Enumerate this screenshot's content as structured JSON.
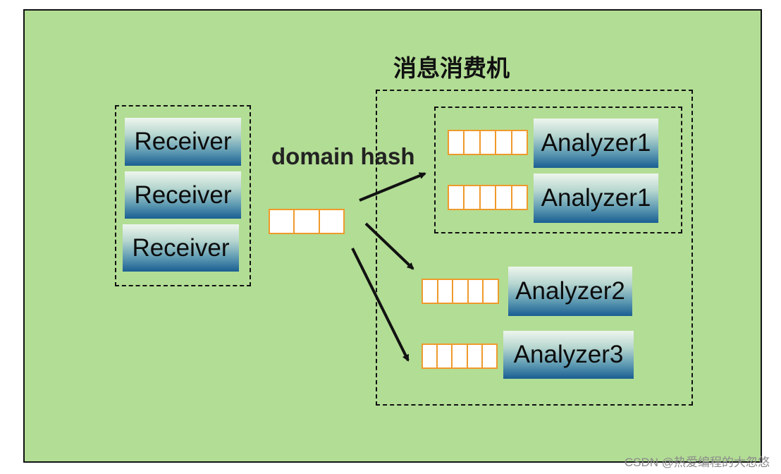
{
  "title": "消息消费机",
  "hash_label": "domain hash",
  "receivers": [
    {
      "label": "Receiver"
    },
    {
      "label": "Receiver"
    },
    {
      "label": "Receiver"
    }
  ],
  "analyzers": [
    {
      "label": "Analyzer1"
    },
    {
      "label": "Analyzer1"
    },
    {
      "label": "Analyzer2"
    },
    {
      "label": "Analyzer3"
    }
  ],
  "watermark": "CSDN @热爱编程的大忽悠",
  "colors": {
    "background": "#b2dd95",
    "queue_border": "#ef9a2c",
    "box_gradient_top": "#eef6ee",
    "box_gradient_bottom": "#1a5e92"
  }
}
